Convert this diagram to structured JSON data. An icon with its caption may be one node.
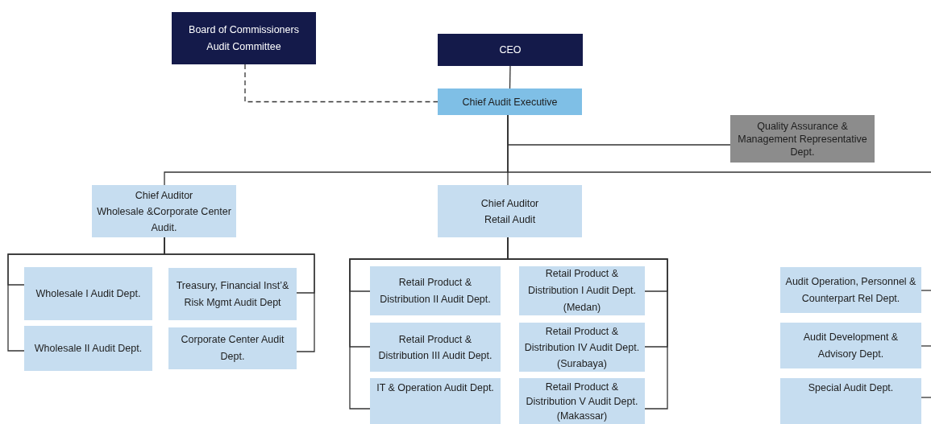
{
  "diagram": {
    "nodes": [
      {
        "text": [
          "Board of Commissioners",
          "Audit Committee"
        ]
      },
      {
        "text": [
          "CEO"
        ]
      },
      {
        "text": [
          "Chief Audit Executive"
        ]
      },
      {
        "text": [
          "Quality Assurance & Management Representative Dept."
        ]
      },
      {
        "text": [
          "Chief Auditor",
          "Wholesale &Corporate Center Audit."
        ]
      },
      {
        "text": [
          "Chief Auditor",
          "Retail Audit"
        ]
      },
      {
        "text": [
          "Wholesale I Audit Dept."
        ]
      },
      {
        "text": [
          "Treasury, Financial Inst’& Risk Mgmt Audit Dept"
        ]
      },
      {
        "text": [
          "Wholesale II Audit Dept."
        ]
      },
      {
        "text": [
          "Corporate Center Audit Dept."
        ]
      },
      {
        "text": [
          "Retail Product & Distribution II Audit Dept."
        ]
      },
      {
        "text": [
          "Retail Product & Distribution I Audit Dept. (Medan)"
        ]
      },
      {
        "text": [
          "Retail Product & Distribution III Audit Dept."
        ]
      },
      {
        "text": [
          "Retail Product & Distribution IV Audit Dept. (Surabaya)"
        ]
      },
      {
        "text": [
          "IT & Operation Audit Dept."
        ]
      },
      {
        "text": [
          "Retail Product & Distribution V Audit Dept. (Makassar)"
        ]
      },
      {
        "text": [
          "Audit Operation, Personnel & Counterpart Rel Dept."
        ]
      },
      {
        "text": [
          "Audit Development & Advisory Dept."
        ]
      },
      {
        "text": [
          "Special Audit Dept."
        ]
      }
    ],
    "edges": [
      {
        "from": 1,
        "to": 2,
        "arrow": "none"
      },
      {
        "from": 0,
        "to": 2,
        "arrow": "none",
        "style": "dashed"
      },
      {
        "from": 2,
        "to": 3,
        "arrow": "none"
      },
      {
        "from": 2,
        "to": 4,
        "arrow": "none"
      },
      {
        "from": 2,
        "to": 5,
        "arrow": "none"
      },
      {
        "from": 2,
        "to": null,
        "arrow": "none"
      },
      {
        "from": 4,
        "to": 6,
        "arrow": "none"
      },
      {
        "from": 4,
        "to": 8,
        "arrow": "none"
      },
      {
        "from": 4,
        "to": 7,
        "arrow": "none"
      },
      {
        "from": 4,
        "to": 9,
        "arrow": "none"
      },
      {
        "from": 5,
        "to": 10,
        "arrow": "none"
      },
      {
        "from": 5,
        "to": 12,
        "arrow": "none"
      },
      {
        "from": 5,
        "to": 14,
        "arrow": "none"
      },
      {
        "from": 5,
        "to": 11,
        "arrow": "none"
      },
      {
        "from": 5,
        "to": 13,
        "arrow": "none"
      },
      {
        "from": 5,
        "to": 15,
        "arrow": "none"
      },
      {
        "from": null,
        "to": 16,
        "arrow": "none"
      },
      {
        "from": null,
        "to": 17,
        "arrow": "none"
      },
      {
        "from": null,
        "to": 18,
        "arrow": "none"
      }
    ]
  }
}
